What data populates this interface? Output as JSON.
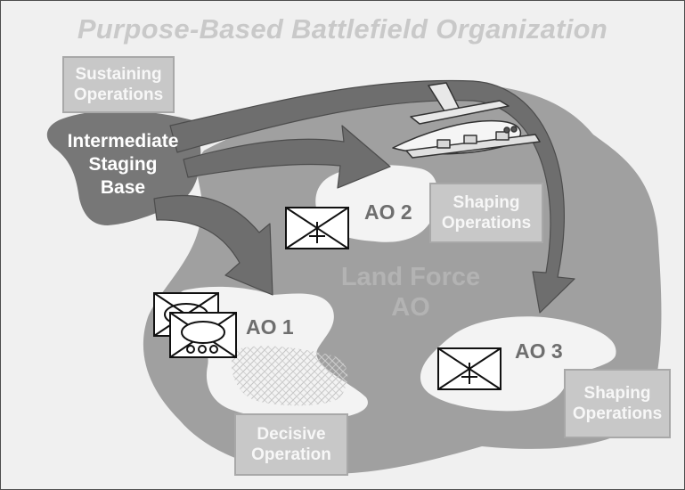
{
  "title": "Purpose-Based Battlefield Organization",
  "boxes": {
    "sustaining": "Sustaining\nOperations",
    "shaping_1": "Shaping\nOperations",
    "shaping_2": "Shaping\nOperations",
    "decisive": "Decisive\nOperation"
  },
  "staging_base": "Intermediate\nStaging\nBase",
  "land_force": "Land Force\nAO",
  "areas": {
    "ao1": "AO 1",
    "ao2": "AO 2",
    "ao3": "AO 3"
  },
  "unit_symbols": [
    "infantry-symbol",
    "infantry-symbol",
    "armor-symbol",
    "armor-symbol"
  ],
  "colors": {
    "land_force_area": "#a0a0a0",
    "staging_base": "#777777",
    "arrows": "#6e6e6e",
    "title": "#c9c9c9"
  }
}
